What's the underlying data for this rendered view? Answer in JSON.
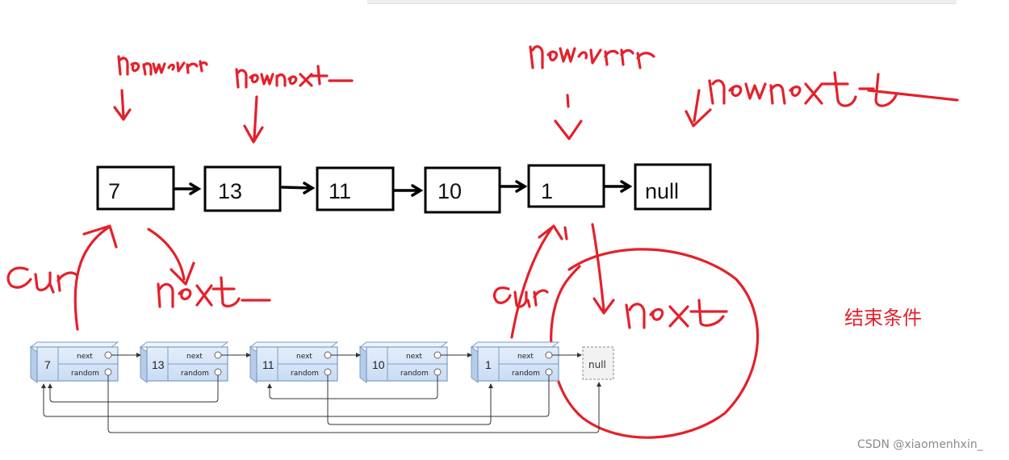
{
  "top_list": {
    "nodes": [
      "7",
      "13",
      "11",
      "10",
      "1",
      "null"
    ]
  },
  "annotations": {
    "top_labels": [
      "newcur",
      "newnext",
      "newcur",
      "newnext"
    ],
    "bottom_labels": [
      "cur",
      "next",
      "cur",
      "next"
    ],
    "end_condition": "结束条件"
  },
  "bottom_list": {
    "nodes": [
      {
        "value": "7",
        "next_label": "next",
        "random_label": "random"
      },
      {
        "value": "13",
        "next_label": "next",
        "random_label": "random"
      },
      {
        "value": "11",
        "next_label": "next",
        "random_label": "random"
      },
      {
        "value": "10",
        "next_label": "next",
        "random_label": "random"
      },
      {
        "value": "1",
        "next_label": "next",
        "random_label": "random"
      }
    ],
    "null_label": "null"
  },
  "watermark": "CSDN @xiaomenhxin_",
  "colors": {
    "ink": "#e3212b",
    "node_fill": "#d6e6f8",
    "node_border": "#7c9cc4"
  }
}
